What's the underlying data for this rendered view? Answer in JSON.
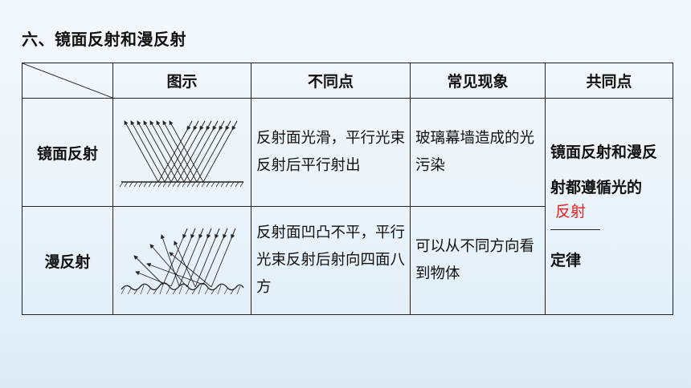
{
  "heading": "六、镜面反射和漫反射",
  "table": {
    "headers": [
      "图示",
      "不同点",
      "常见现象",
      "共同点"
    ],
    "rows": [
      {
        "label": "镜面反射",
        "difference": "反射面光滑，平行光束反射后平行射出",
        "phenomenon": "玻璃幕墙造成的光污染"
      },
      {
        "label": "漫反射",
        "difference": "反射面凹凸不平，平行光束反射后射向四面八方",
        "phenomenon": "可以从不同方向看到物体"
      }
    ],
    "common": {
      "before": "镜面反射和漫反射都遵循光的",
      "answer": "反射",
      "after": "定律"
    }
  },
  "colors": {
    "answer": "#e8201c",
    "background": "#eaf3fa"
  }
}
